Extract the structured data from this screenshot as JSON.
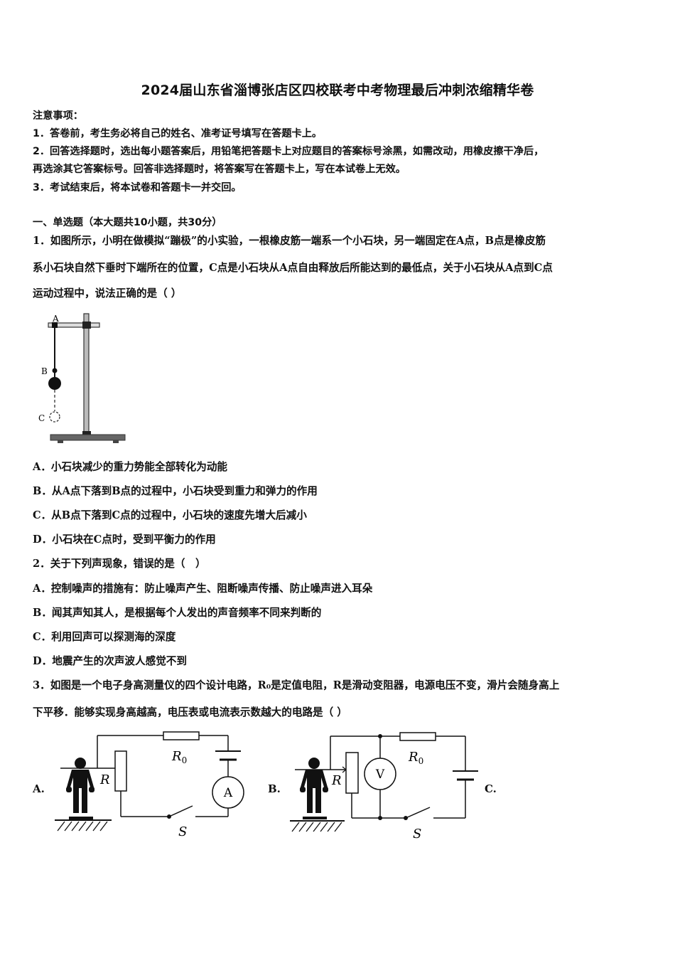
{
  "title": "2024届山东省淄博张店区四校联考中考物理最后冲刺浓缩精华卷",
  "notice": {
    "heading": "注意事项：",
    "items": [
      "1．答卷前，考生务必将自己的姓名、准考证号填写在答题卡上。",
      "2．回答选择题时，选出每小题答案后，用铅笔把答题卡上对应题目的答案标号涂黑，如需改动，用橡皮擦干净后，",
      "再选涂其它答案标号。回答非选择题时，将答案写在答题卡上，写在本试卷上无效。",
      "3．考试结束后，将本试卷和答题卡一并交回。"
    ]
  },
  "section": {
    "heading": "一、单选题（本大题共10小题，共30分）"
  },
  "questions": [
    {
      "lines": [
        "1．如图所示，小明在做模拟“蹦极”的小实验，一根橡皮筋一端系一个小石块，另一端固定在A点，B点是橡皮筋",
        "系小石块自然下垂时下端所在的位置，C点是小石块从A点自由释放后所能达到的最低点，关于小石块从A点到C点",
        "运动过程中，说法正确的是（ ）"
      ],
      "figure": {
        "labels": [
          "A",
          "B",
          "C"
        ]
      },
      "options": [
        "A．小石块减少的重力势能全部转化为动能",
        "B．从A点下落到B点的过程中，小石块受到重力和弹力的作用",
        "C．从B点下落到C点的过程中，小石块的速度先增大后减小",
        "D．小石块在C点时，受到平衡力的作用"
      ]
    },
    {
      "lines": [
        "2．关于下列声现象，错误的是（　）"
      ],
      "options": [
        "A．控制噪声的措施有：防止噪声产生、阻断噪声传播、防止噪声进入耳朵",
        "B．闻其声知其人，是根据每个人发出的声音频率不同来判断的",
        "C．利用回声可以探测海的深度",
        "D．地震产生的次声波人感觉不到"
      ]
    },
    {
      "lines": [
        "3．如图是一个电子身高测量仪的四个设计电路，R₀是定值电阻，R是滑动变阻器，电源电压不变，滑片会随身高上",
        "下平移．能够实现身高越高，电压表或电流表示数越大的电路是（ ）"
      ],
      "circuits": [
        {
          "label": "A.",
          "meter": "A",
          "r": "R",
          "r0": "R",
          "r0_sub": "0",
          "switch": "S"
        },
        {
          "label": "B.",
          "meter": "V",
          "r": "R",
          "r0": "R",
          "r0_sub": "0",
          "switch": "S"
        },
        {
          "label": "C."
        }
      ]
    }
  ]
}
